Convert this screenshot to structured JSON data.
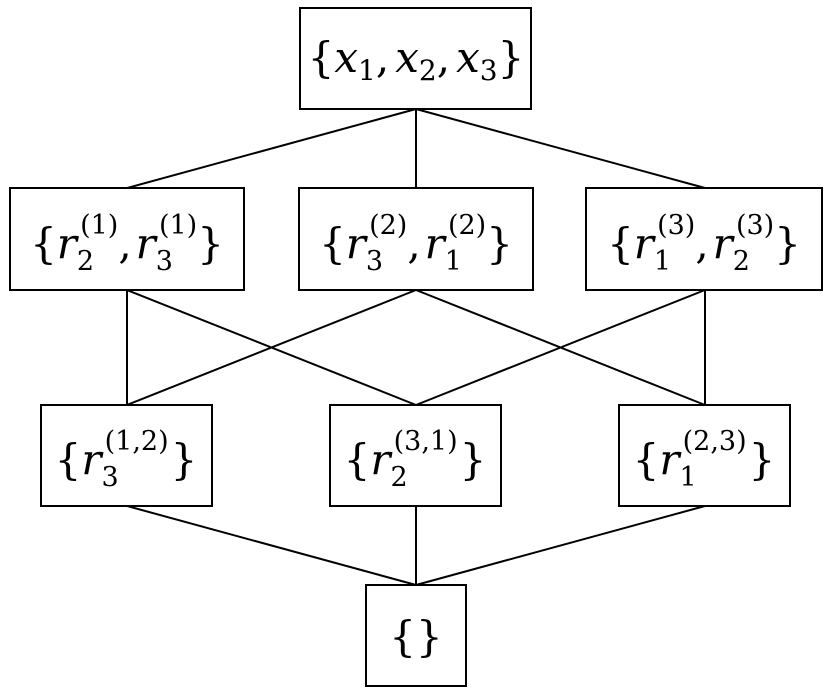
{
  "nodes": {
    "top": {
      "open": "{",
      "close": "}",
      "comma": ",",
      "terms": [
        {
          "base": "x",
          "sub": "1"
        },
        {
          "base": "x",
          "sub": "2"
        },
        {
          "base": "x",
          "sub": "3"
        }
      ]
    },
    "mid_left": {
      "open": "{",
      "close": "}",
      "comma": ",",
      "terms": [
        {
          "base": "r",
          "sub": "2",
          "sup": "(1)"
        },
        {
          "base": "r",
          "sub": "3",
          "sup": "(1)"
        }
      ]
    },
    "mid_center": {
      "open": "{",
      "close": "}",
      "comma": ",",
      "terms": [
        {
          "base": "r",
          "sub": "3",
          "sup": "(2)"
        },
        {
          "base": "r",
          "sub": "1",
          "sup": "(2)"
        }
      ]
    },
    "mid_right": {
      "open": "{",
      "close": "}",
      "comma": ",",
      "terms": [
        {
          "base": "r",
          "sub": "1",
          "sup": "(3)"
        },
        {
          "base": "r",
          "sub": "2",
          "sup": "(3)"
        }
      ]
    },
    "low_left": {
      "open": "{",
      "close": "}",
      "terms": [
        {
          "base": "r",
          "sub": "3",
          "sup": "(1,2)"
        }
      ]
    },
    "low_center": {
      "open": "{",
      "close": "}",
      "terms": [
        {
          "base": "r",
          "sub": "2",
          "sup": "(3,1)"
        }
      ]
    },
    "low_right": {
      "open": "{",
      "close": "}",
      "terms": [
        {
          "base": "r",
          "sub": "1",
          "sup": "(2,3)"
        }
      ]
    },
    "bottom": {
      "label": "{}"
    }
  }
}
